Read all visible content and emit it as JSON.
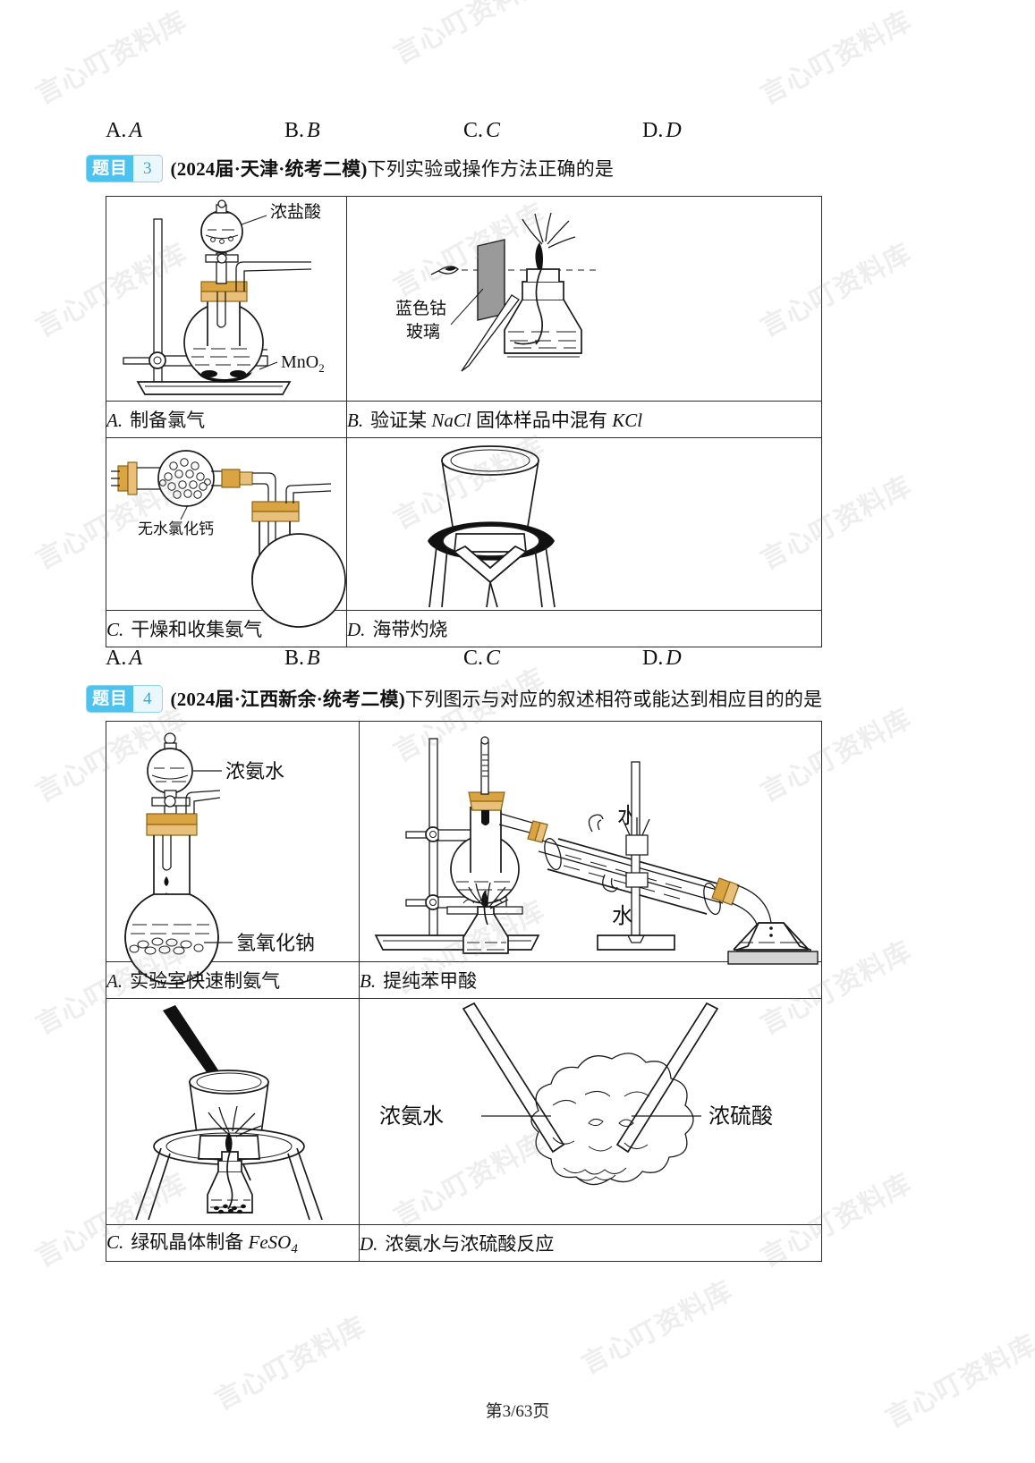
{
  "watermark": {
    "text": "言心叮资料库"
  },
  "footer": {
    "page_label": "第3/63页"
  },
  "questions": [
    {
      "id": "q3",
      "answer_options": [
        {
          "prefix": "A.",
          "value": "A"
        },
        {
          "prefix": "B.",
          "value": "B"
        },
        {
          "prefix": "C.",
          "value": "C"
        },
        {
          "prefix": "D.",
          "value": "D"
        }
      ]
    }
  ],
  "q3": {
    "tag_label": "题目",
    "tag_number": "3",
    "source": "(2024届·天津·统考二模)",
    "stem": "下列实验或操作方法正确的是",
    "cells": [
      {
        "label": "A.",
        "caption": "制备氯气",
        "caption_italic_parts": []
      },
      {
        "label": "B.",
        "caption_pre": "验证某 ",
        "caption_it1": "NaCl",
        "caption_mid": " 固体样品中混有 ",
        "caption_it2": "KCl"
      },
      {
        "label": "C.",
        "caption": "干燥和收集氨气"
      },
      {
        "label": "D.",
        "caption": "海带灼烧"
      }
    ],
    "figure_labels": {
      "a_top": "浓盐酸",
      "a_bottom": "MnO",
      "a_bottom_sub": "2",
      "b_label_line1": "蓝色钴",
      "b_label_line2": "玻璃",
      "c_label": "无水氯化钙"
    },
    "answer_options": [
      {
        "prefix": "A.",
        "value": "A"
      },
      {
        "prefix": "B.",
        "value": "B"
      },
      {
        "prefix": "C.",
        "value": "C"
      },
      {
        "prefix": "D.",
        "value": "D"
      }
    ]
  },
  "q4": {
    "tag_label": "题目",
    "tag_number": "4",
    "source": "(2024届·江西新余·统考二模)",
    "stem": "下列图示与对应的叙述相符或能达到相应目的的是",
    "cells": [
      {
        "label": "A.",
        "caption": "实验室快速制氨气"
      },
      {
        "label": "B.",
        "caption": "提纯苯甲酸"
      },
      {
        "label": "C.",
        "caption_pre": "绿矾晶体制备 ",
        "caption_it1": "FeSO",
        "caption_sub": "4"
      },
      {
        "label": "D.",
        "caption": "浓氨水与浓硫酸反应"
      }
    ],
    "figure_labels": {
      "a_top": "浓氨水",
      "a_bottom": "氢氧化钠",
      "b_water_top": "水",
      "b_water_bottom": "水",
      "d_left": "浓氨水",
      "d_right": "浓硫酸"
    }
  },
  "top_options": [
    {
      "prefix": "A.",
      "value": "A"
    },
    {
      "prefix": "B.",
      "value": "B"
    },
    {
      "prefix": "C.",
      "value": "C"
    },
    {
      "prefix": "D.",
      "value": "D"
    }
  ]
}
